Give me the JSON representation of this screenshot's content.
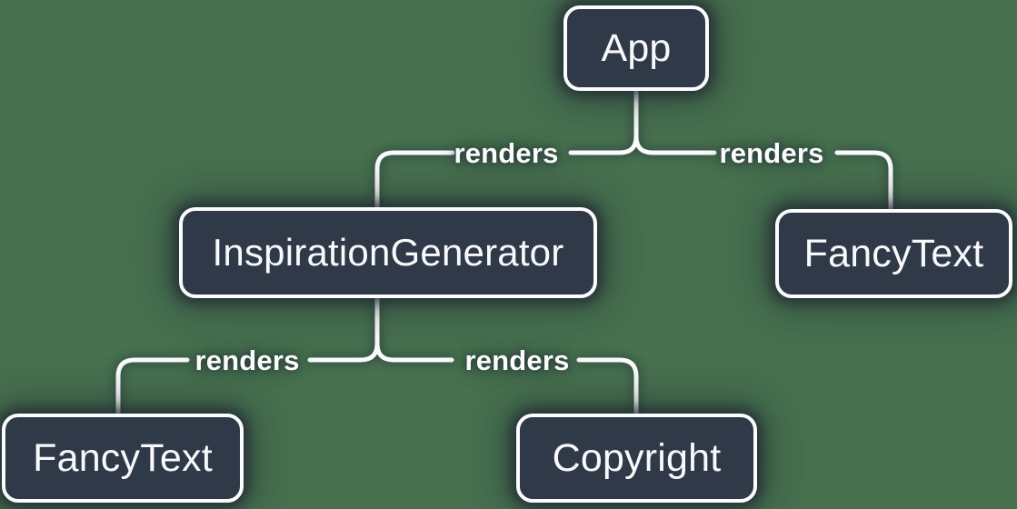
{
  "diagram": {
    "kind": "render-tree",
    "nodes": [
      {
        "id": "app",
        "label": "App"
      },
      {
        "id": "inspiration-generator",
        "label": "InspirationGenerator"
      },
      {
        "id": "fancy-text-right",
        "label": "FancyText"
      },
      {
        "id": "fancy-text-left",
        "label": "FancyText"
      },
      {
        "id": "copyright",
        "label": "Copyright"
      }
    ],
    "edges": [
      {
        "from": "App",
        "to": "InspirationGenerator",
        "label": "renders"
      },
      {
        "from": "App",
        "to": "FancyText",
        "label": "renders"
      },
      {
        "from": "InspirationGenerator",
        "to": "FancyText",
        "label": "renders"
      },
      {
        "from": "InspirationGenerator",
        "to": "Copyright",
        "label": "renders"
      }
    ],
    "colors": {
      "background": "#47714f",
      "node_fill": "#2f3947",
      "node_border": "#fbfcfd",
      "edge_line": "#fbfcfd",
      "text": "#f8f9fb"
    }
  }
}
